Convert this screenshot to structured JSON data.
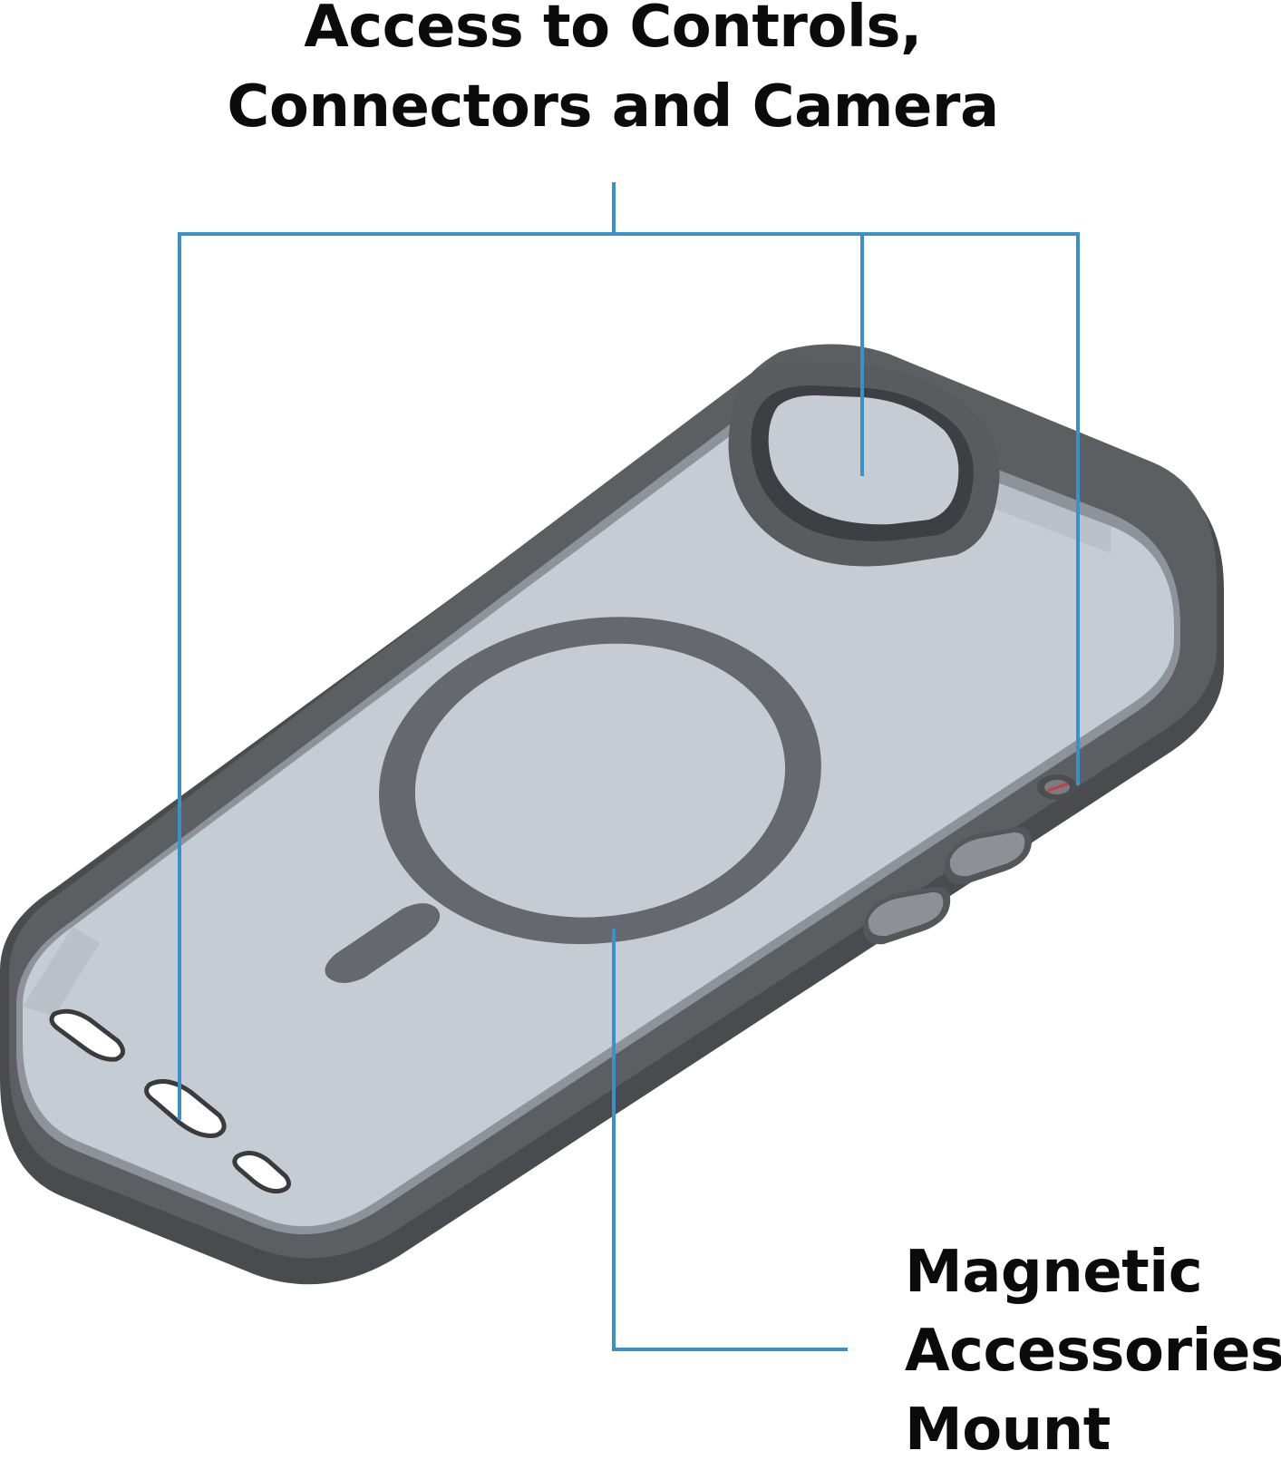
{
  "headline": {
    "line1": "Access to Controls,",
    "line2": "Connectors and Camera"
  },
  "feature_label": {
    "line1": "Magnetic",
    "line2": "Accessories",
    "line3": "Mount"
  },
  "colors": {
    "callout_line": "#3a91c8",
    "case_frame": "#5d5e62",
    "case_back": "#c5ccd4",
    "text": "#0b0b0b"
  },
  "icons": {
    "product": "phone-case-icon",
    "magnet_ring": "magsafe-ring-icon"
  }
}
